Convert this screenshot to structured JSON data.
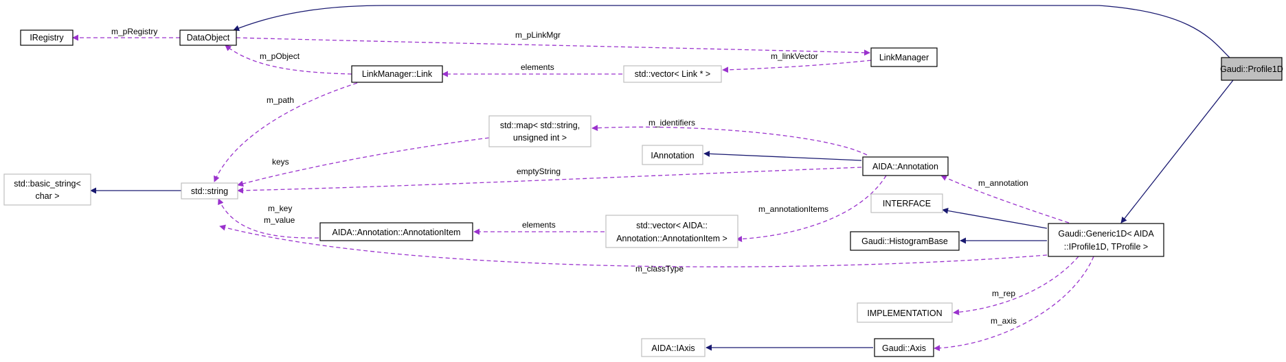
{
  "colors": {
    "inherit": "#191970",
    "usage": "#9a32cd",
    "focus_fill": "#bfbfbf",
    "undocumented_border": "#bfbfbf"
  },
  "nodes": {
    "profile1d": {
      "lines": [
        "Gaudi::Profile1D"
      ]
    },
    "dataobject": {
      "lines": [
        "DataObject"
      ]
    },
    "iregistry": {
      "lines": [
        "IRegistry"
      ]
    },
    "linkmanager": {
      "lines": [
        "LinkManager"
      ]
    },
    "linkmanager_link": {
      "lines": [
        "LinkManager::Link"
      ]
    },
    "vector_link": {
      "lines": [
        "std::vector< Link * >"
      ]
    },
    "std_string": {
      "lines": [
        "std::string"
      ]
    },
    "basic_string": {
      "lines": [
        "std::basic_string<",
        "char >"
      ]
    },
    "std_map": {
      "lines": [
        "std::map< std::string,",
        "unsigned int >"
      ]
    },
    "iannotation": {
      "lines": [
        "IAnnotation"
      ]
    },
    "aida_annotation": {
      "lines": [
        "AIDA::Annotation"
      ]
    },
    "annotation_item": {
      "lines": [
        "AIDA::Annotation::AnnotationItem"
      ]
    },
    "vector_annotation_item": {
      "lines": [
        "std::vector< AIDA::",
        "Annotation::AnnotationItem >"
      ]
    },
    "interface": {
      "lines": [
        "INTERFACE"
      ]
    },
    "histogram_base": {
      "lines": [
        "Gaudi::HistogramBase"
      ]
    },
    "generic1d": {
      "lines": [
        "Gaudi::Generic1D< AIDA",
        "::IProfile1D, TProfile >"
      ]
    },
    "implementation": {
      "lines": [
        "IMPLEMENTATION"
      ]
    },
    "iaxis": {
      "lines": [
        "AIDA::IAxis"
      ]
    },
    "gaudi_axis": {
      "lines": [
        "Gaudi::Axis"
      ]
    }
  },
  "edges": {
    "m_pRegistry": "m_pRegistry",
    "m_pLinkMgr": "m_pLinkMgr",
    "m_pObject": "m_pObject",
    "m_linkVector": "m_linkVector",
    "elements_link": "elements",
    "m_path": "m_path",
    "m_identifiers": "m_identifiers",
    "keys": "keys",
    "emptyString": "emptyString",
    "m_key": "m_key",
    "m_value": "m_value",
    "elements_item": "elements",
    "m_annotationItems": "m_annotationItems",
    "m_annotation": "m_annotation",
    "m_classType": "m_classType",
    "m_rep": "m_rep",
    "m_axis": "m_axis"
  }
}
